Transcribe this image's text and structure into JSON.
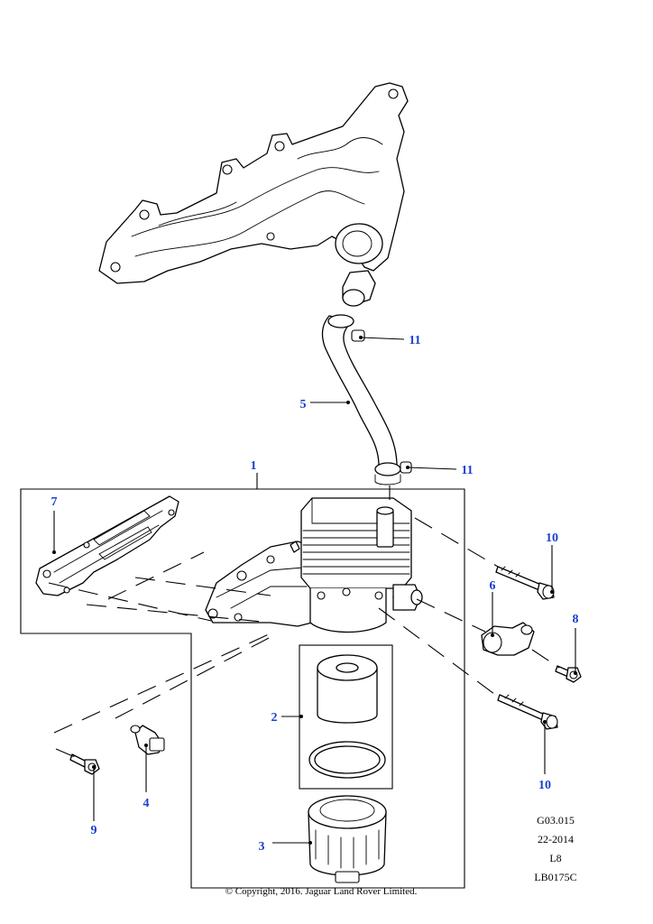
{
  "callouts": [
    {
      "id": "callout-1",
      "label": "1"
    },
    {
      "id": "callout-2",
      "label": "2"
    },
    {
      "id": "callout-3",
      "label": "3"
    },
    {
      "id": "callout-4",
      "label": "4"
    },
    {
      "id": "callout-5",
      "label": "5"
    },
    {
      "id": "callout-6",
      "label": "6"
    },
    {
      "id": "callout-7",
      "label": "7"
    },
    {
      "id": "callout-8",
      "label": "8"
    },
    {
      "id": "callout-9",
      "label": "9"
    },
    {
      "id": "callout-10a",
      "label": "10"
    },
    {
      "id": "callout-10b",
      "label": "10"
    },
    {
      "id": "callout-11a",
      "label": "11"
    },
    {
      "id": "callout-11b",
      "label": "11"
    }
  ],
  "reference": {
    "group_code": "G03.015",
    "date": "22-2014",
    "model": "L8",
    "illustration_code": "LB0175C"
  },
  "copyright": "© Copyright, 2016. Jaguar Land Rover Limited.",
  "colors": {
    "callout": "#1a3fd0",
    "line": "#000000",
    "background": "#ffffff"
  }
}
